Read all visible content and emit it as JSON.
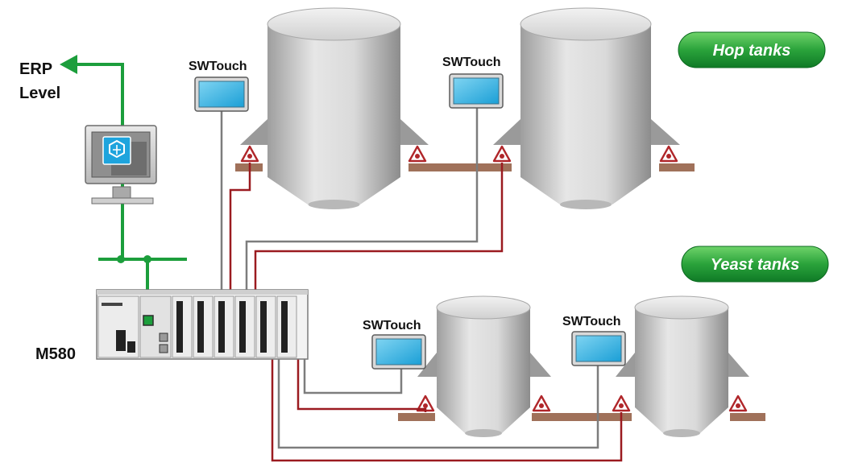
{
  "labels": {
    "erp_line1": "ERP",
    "erp_line2": "Level",
    "controller": "M580",
    "hop_tanks": "Hop tanks",
    "yeast_tanks": "Yeast tanks"
  },
  "panels": [
    {
      "label": "SWTouch"
    },
    {
      "label": "SWTouch"
    },
    {
      "label": "SWTouch"
    },
    {
      "label": "SWTouch"
    }
  ],
  "icons": {
    "scada": "scada-logo-icon",
    "load_cell": "load-cell-icon",
    "erp_arrow": "arrow-left-icon"
  },
  "colors": {
    "network": "#1c9e3c",
    "signal_red": "#9b1b20",
    "signal_gray": "#7d7d7d",
    "tank": "#c9c9c9",
    "pill": "#2aa33b",
    "beam": "#a0715a"
  }
}
